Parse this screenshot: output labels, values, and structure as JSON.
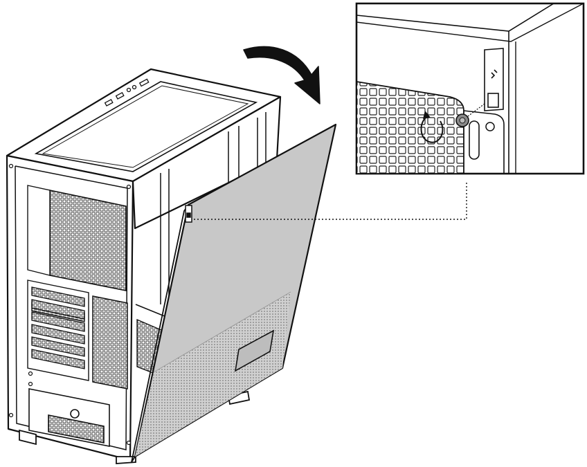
{
  "figure": {
    "subject": "pc-case-side-panel-installation",
    "colors": {
      "line": "#111111",
      "panel_fill": "#c9c9c9",
      "background": "#ffffff"
    },
    "inset": {
      "shows": "thumbscrew-detail",
      "rotation_arrow": "clockwise"
    },
    "main_arrow": "swing-panel-closed"
  }
}
